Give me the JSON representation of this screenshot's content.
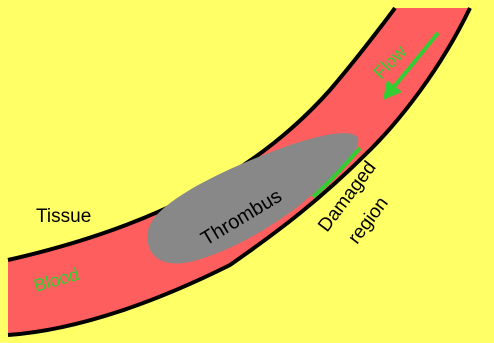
{
  "labels": {
    "tissue": "Tissue",
    "blood": "Blood",
    "thrombus": "Thrombus",
    "flow": "Flow",
    "damaged_line1": "Damaged",
    "damaged_line2": "region"
  },
  "colors": {
    "tissue": "#FFFF66",
    "blood": "#FF5E5E",
    "thrombus": "#888888",
    "vessel_wall": "#000000",
    "damage_and_flow": "#33CC33",
    "text_dark": "#000000"
  }
}
